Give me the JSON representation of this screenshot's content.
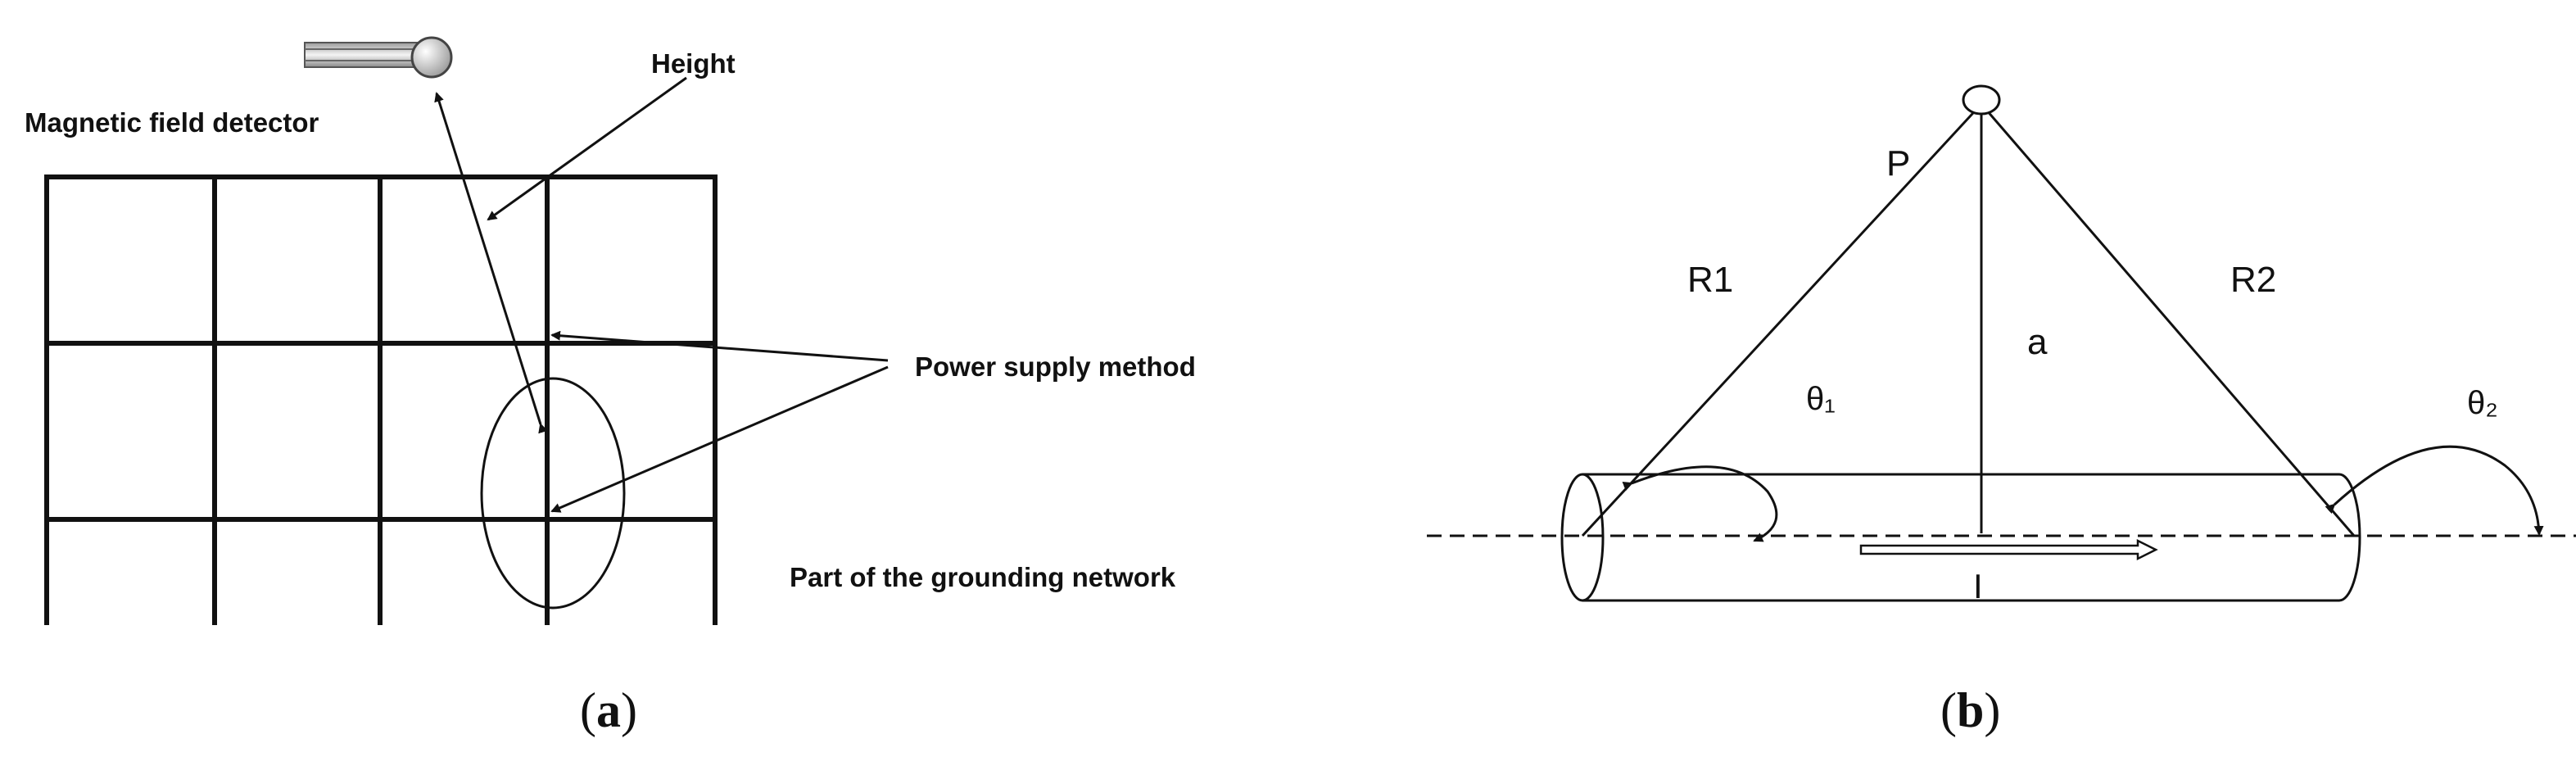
{
  "panel_a": {
    "label_detector": "Magnetic field detector",
    "label_height": "Height",
    "label_power": "Power supply method",
    "label_part": "Part of the grounding network",
    "caption_open": "(",
    "caption_letter": "a",
    "caption_close": ")"
  },
  "panel_b": {
    "label_p": "P",
    "label_r1": "R1",
    "label_r2": "R2",
    "label_a": "a",
    "label_theta1": "θ₁",
    "label_theta2": "θ₂",
    "label_i": "I",
    "caption_open": "(",
    "caption_letter": "b",
    "caption_close": ")"
  }
}
